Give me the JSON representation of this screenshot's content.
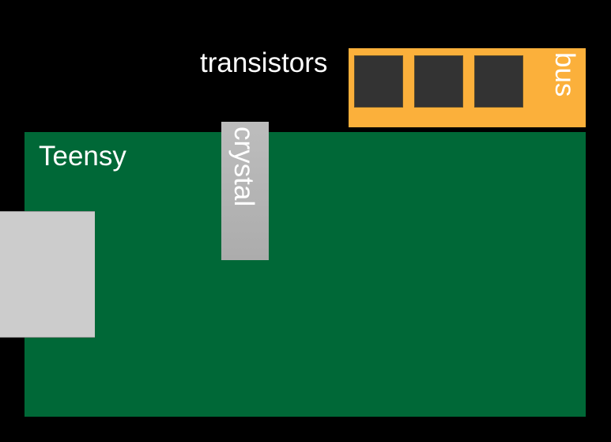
{
  "diagram": {
    "board": {
      "label": "Teensy",
      "color": "#006837"
    },
    "usb_connector": {
      "color": "#cccccc"
    },
    "crystal": {
      "label": "crystal",
      "color": "#b3b3b3"
    },
    "bus": {
      "label": "bus",
      "color": "#fbb03b"
    },
    "transistors": {
      "label": "transistors",
      "count": 3,
      "color": "#333333"
    },
    "background": "#000000"
  }
}
